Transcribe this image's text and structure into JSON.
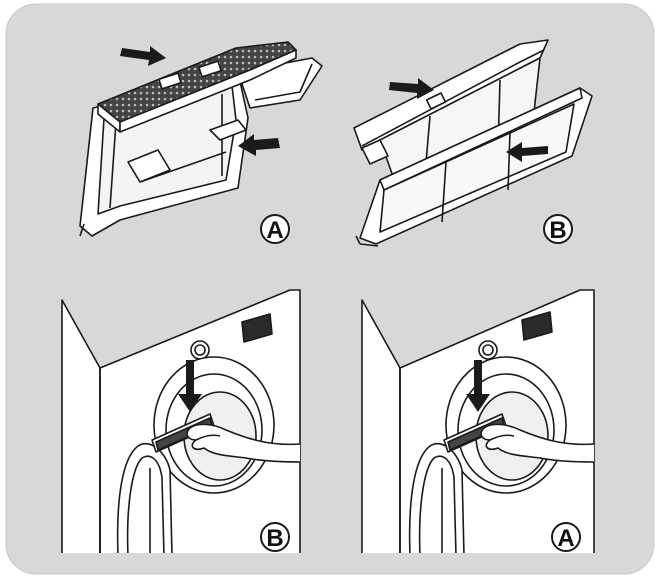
{
  "colors": {
    "background": "#d8d8d8",
    "line": "#1a1a1a",
    "white": "#ffffff",
    "dark": "#2a2a2a",
    "mesh": "#3a3a3a"
  },
  "panels": {
    "top_left": {
      "label": "A",
      "icon": "filter-assembly-mesh-icon"
    },
    "top_right": {
      "label": "B",
      "icon": "filter-assembly-open-icon"
    },
    "bottom_left": {
      "label": "B",
      "icon": "dryer-filter-insertion-icon"
    },
    "bottom_right": {
      "label": "A",
      "icon": "dryer-filter-insertion-icon"
    }
  }
}
